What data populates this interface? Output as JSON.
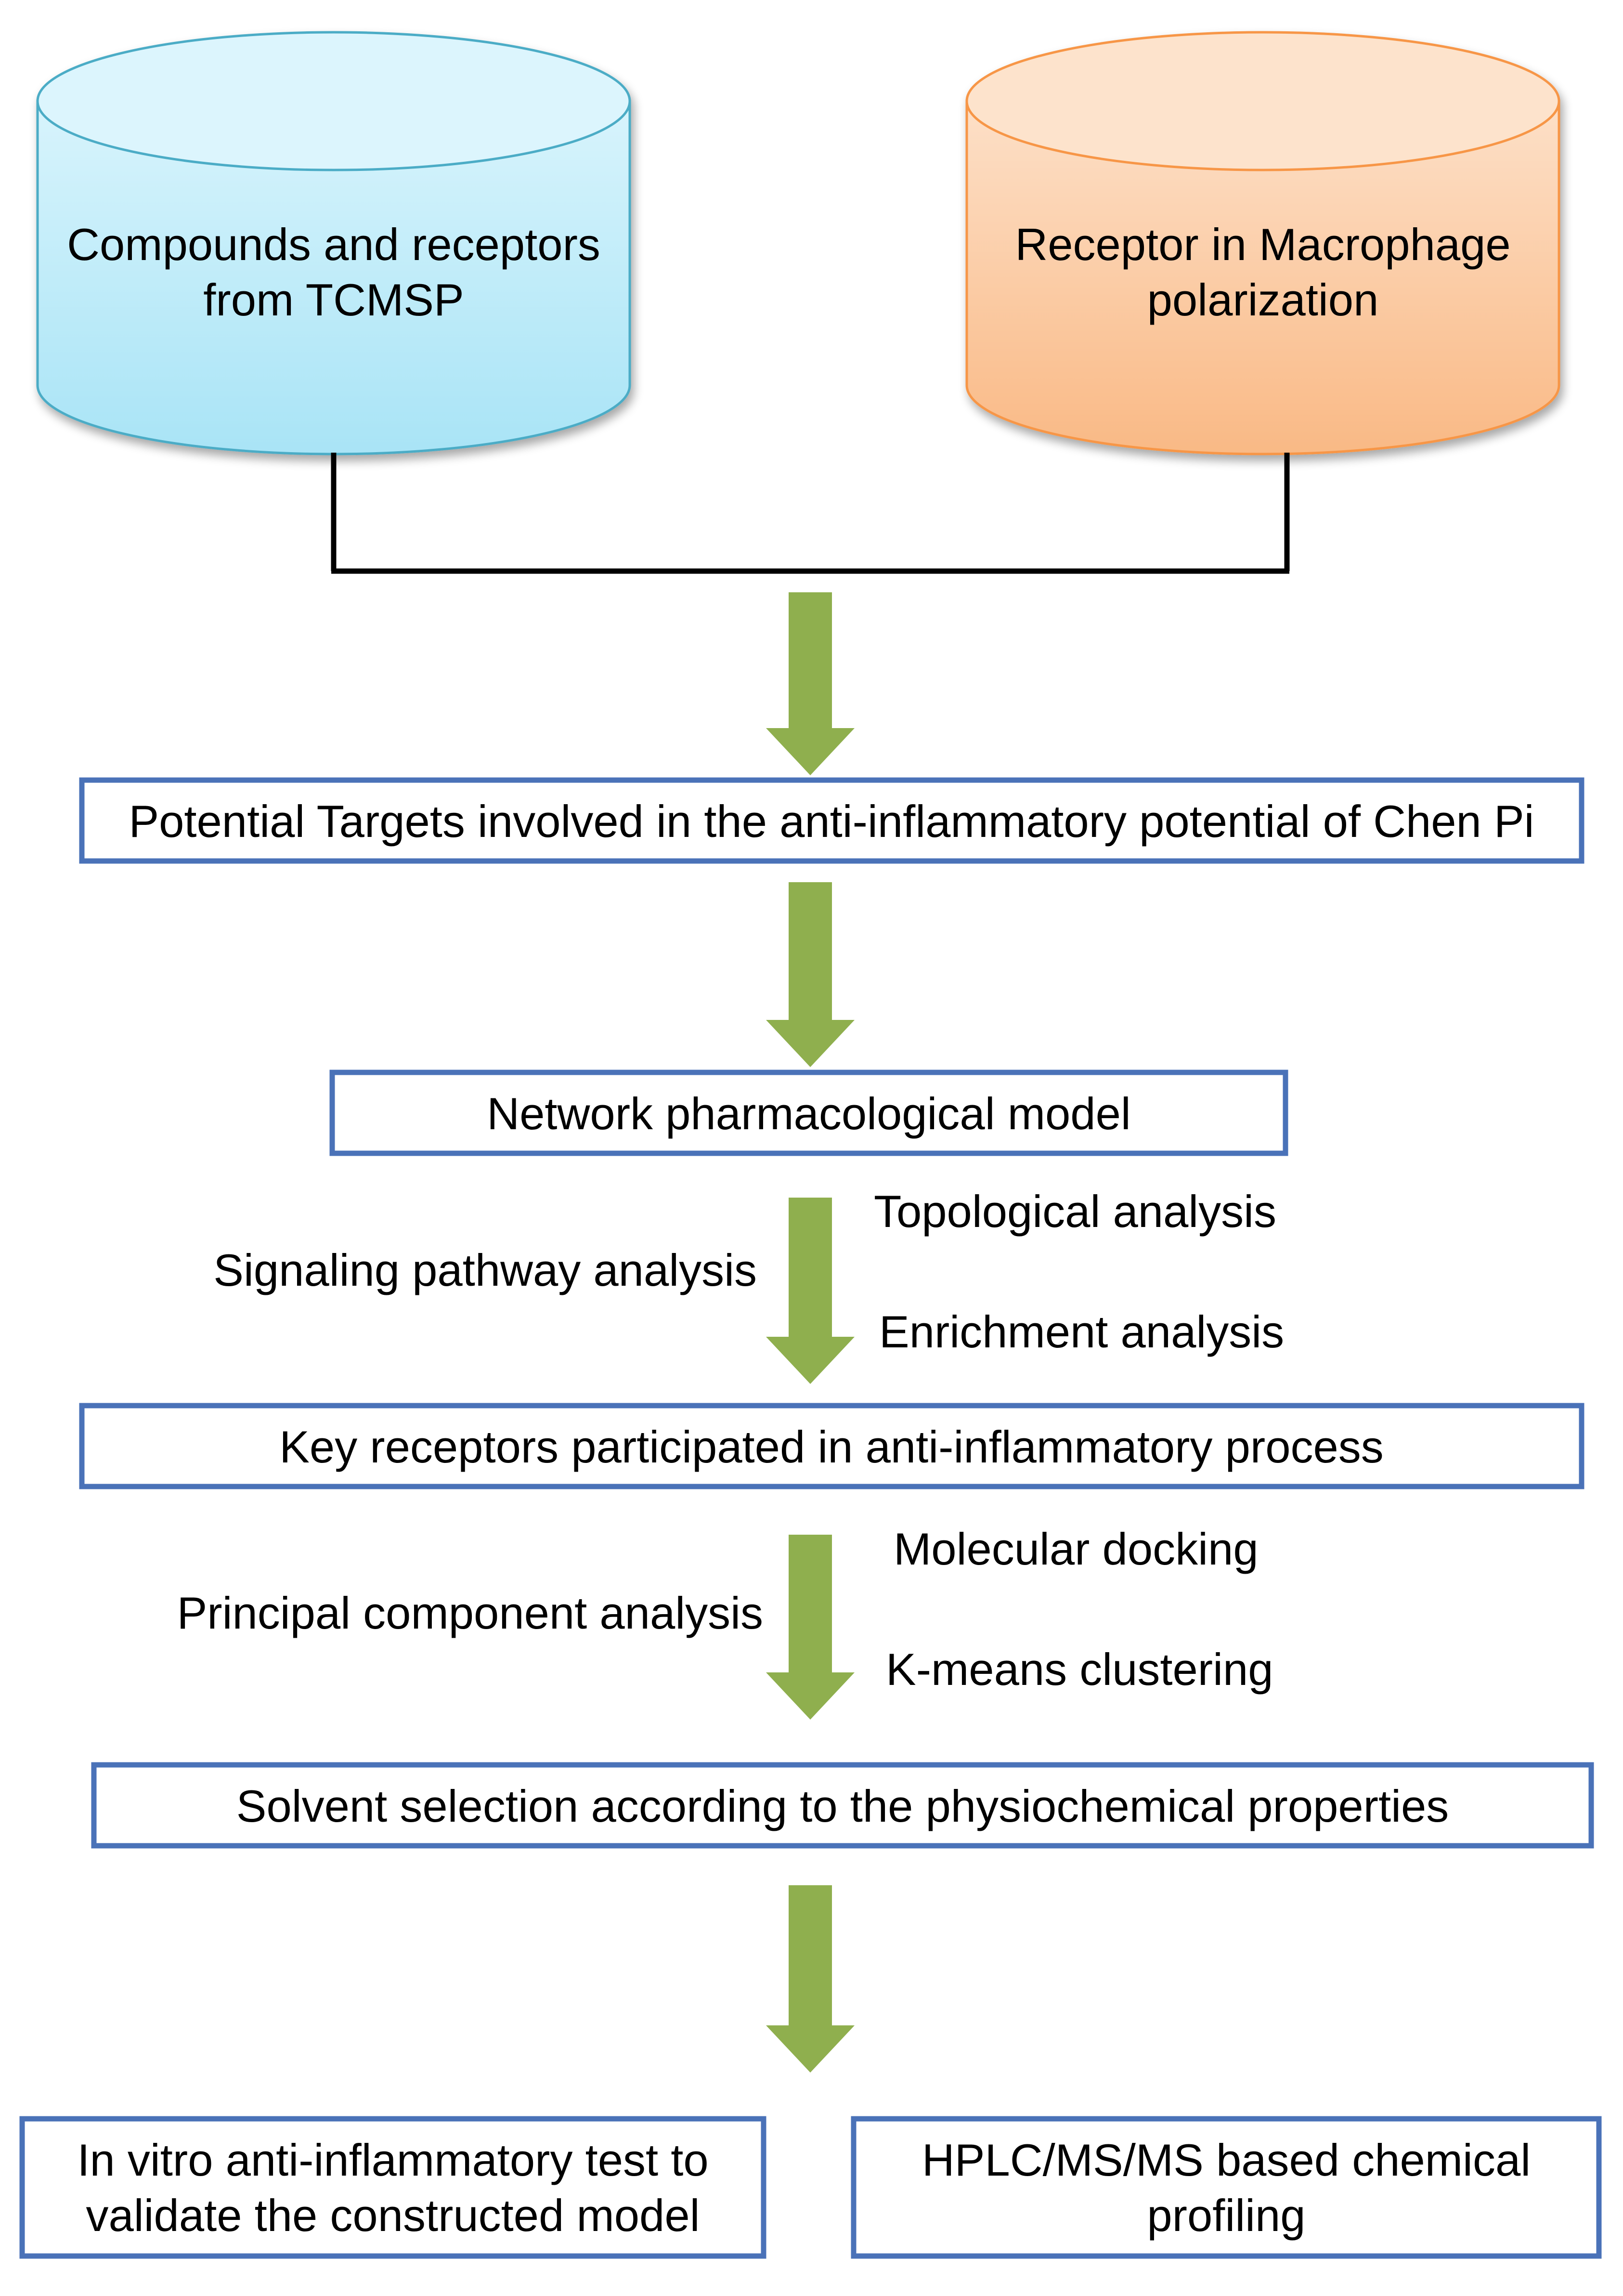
{
  "sources": {
    "left": {
      "line1": "Compounds and receptors",
      "line2": "from TCMSP"
    },
    "right": {
      "line1": "Receptor in Macrophage",
      "line2": "polarization"
    }
  },
  "steps": {
    "targets": "Potential Targets involved in the anti-inflammatory potential of Chen Pi",
    "network": "Network pharmacological model",
    "key_receptors": "Key receptors participated in anti-inflammatory process",
    "solvent": "Solvent selection according to the physiochemical properties"
  },
  "annotations": {
    "signaling": "Signaling pathway analysis",
    "topological": "Topological analysis",
    "enrichment": "Enrichment analysis",
    "pca": "Principal component analysis",
    "docking": "Molecular docking",
    "kmeans": "K-means clustering"
  },
  "outputs": {
    "invitro": {
      "line1": "In vitro anti-inflammatory test to",
      "line2": "validate the constructed model"
    },
    "hplc": {
      "line1": "HPLC/MS/MS based chemical",
      "line2": "profiling"
    }
  },
  "colors": {
    "left_cylinder": "#aee6f6",
    "left_cylinder_stroke": "#4bacc6",
    "right_cylinder": "#f9bb8a",
    "right_cylinder_stroke": "#f79646",
    "box_border": "#4a72b8",
    "arrow": "#8faf4e",
    "connector": "#000000"
  }
}
